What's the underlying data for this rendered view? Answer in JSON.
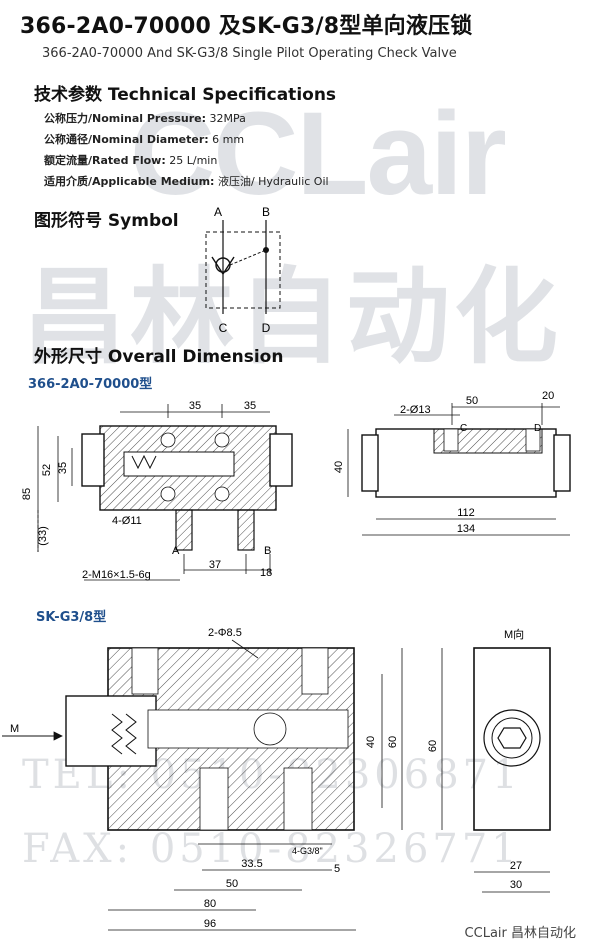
{
  "header": {
    "title": "366-2A0-70000 及SK-G3/8型单向液压锁",
    "subtitle": "366-2A0-70000 And SK-G3/8 Single Pilot Operating Check Valve"
  },
  "watermark": {
    "logo_latin": "CCLair",
    "logo_cn": "昌林自动化",
    "tel": "TEL: 0510-82306871",
    "fax": "FAX: 0510-82326771"
  },
  "specs": {
    "heading": "技术参数 Technical Specifications",
    "items": [
      {
        "label": "公称压力/Nominal Pressure:",
        "value": "32MPa"
      },
      {
        "label": "公称通径/Nominal Diameter:",
        "value": "6 mm"
      },
      {
        "label": "额定流量/Rated Flow:",
        "value": "25  L/min"
      },
      {
        "label": "适用介质/Applicable Medium:",
        "value": "液压油/ Hydraulic Oil"
      }
    ]
  },
  "symbol": {
    "heading": "图形符号 Symbol",
    "ports": {
      "a": "A",
      "b": "B",
      "c": "C",
      "d": "D"
    }
  },
  "dimension": {
    "heading": "外形尺寸 Overall Dimension",
    "model1": {
      "label": "366-2A0-70000型",
      "dims": {
        "top_35_a": "35",
        "top_35_b": "35",
        "left_85": "85",
        "left_52": "52",
        "left_35": "35",
        "left_33": "(33)",
        "holes": "4-Ø11",
        "thread": "2-M16×1.5-6g",
        "bottom_37": "37",
        "bottom_18": "18",
        "port_a": "A",
        "port_b": "B",
        "side_50": "50",
        "side_20": "20",
        "side_hole": "2-Ø13",
        "side_c": "C",
        "side_d": "D",
        "side_40": "40",
        "side_112": "112",
        "side_134": "134"
      }
    },
    "model2": {
      "label": "SK-G3/8型",
      "dims": {
        "holes_top": "2-Φ8.5",
        "m_arrow": "M",
        "right_40": "40",
        "right_60": "60",
        "bottom_thread": "4-G3/8\"",
        "bottom_5": "5",
        "bottom_33_5": "33.5",
        "bottom_50": "50",
        "bottom_80": "80",
        "bottom_96": "96",
        "view_label": "M向",
        "view_60": "60",
        "view_27": "27",
        "view_30": "30"
      }
    }
  },
  "footer": {
    "brand": "CCLair 昌林自动化"
  }
}
